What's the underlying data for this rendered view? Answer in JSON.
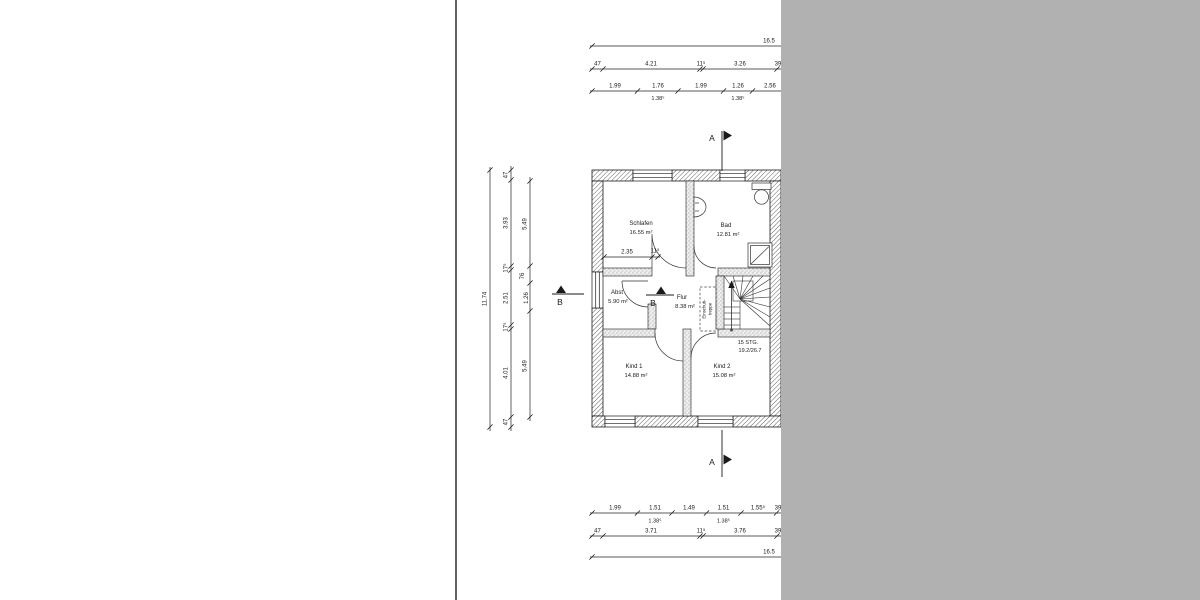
{
  "page": {
    "background": "#ffffff",
    "right_panel_color": "#b1b1b1",
    "divider_color": "#3a3a3a"
  },
  "plan": {
    "rooms": [
      {
        "name": "Schlafen",
        "area": "16.55 m²"
      },
      {
        "name": "Bad",
        "area": "12.81 m²"
      },
      {
        "name": "Abst",
        "area": "5.90 m²"
      },
      {
        "name": "Flur",
        "area": "8.38 m²"
      },
      {
        "name": "Kind 1",
        "area": "14.88 m²"
      },
      {
        "name": "Kind 2",
        "area": "15.08 m²"
      }
    ],
    "stair": {
      "line1": "15 STG.",
      "line2": "19.2/26.7",
      "hatch_line1": "Einschub-",
      "hatch_line2": "treppe"
    },
    "interior_dim": {
      "a": "2.35",
      "b": "11⁵"
    },
    "markers": {
      "a": "A",
      "b": "B"
    }
  },
  "dims": {
    "top": {
      "total": "16.5",
      "row2": [
        "47",
        "4.21",
        "11⁵",
        "3.26",
        "39"
      ],
      "row3": [
        "1.99",
        "1.76",
        "1.99",
        "1.26",
        "2.56"
      ],
      "row3_sub": [
        "1.38⁵",
        "1.38⁵"
      ]
    },
    "bottom": {
      "row1": [
        "1.99",
        "1.51",
        "1.49",
        "1.51",
        "1.55⁵",
        "39"
      ],
      "row1_sub": [
        "1.38⁵",
        "1.38⁵"
      ],
      "row2": [
        "47",
        "3.71",
        "11⁵",
        "3.76",
        "39"
      ],
      "total": "16.5"
    },
    "left": {
      "total": "11.74",
      "col2": [
        "47",
        "3.93",
        "17⁵",
        "2.51",
        "17⁵",
        "4.01",
        "47"
      ],
      "col3": [
        "5.49",
        "76",
        "1.26",
        "5.49"
      ]
    }
  }
}
